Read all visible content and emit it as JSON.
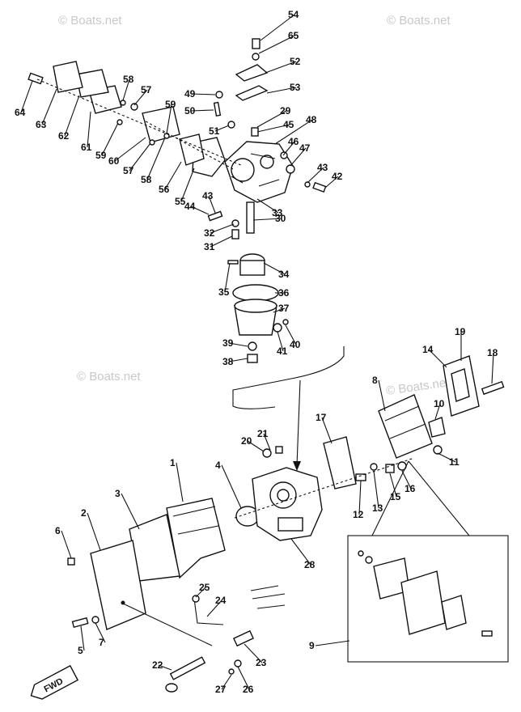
{
  "watermark": "© Boats.net",
  "badge_fwd": "FWD",
  "callouts": [
    "1",
    "2",
    "3",
    "4",
    "5",
    "6",
    "7",
    "8",
    "9",
    "10",
    "11",
    "12",
    "13",
    "14",
    "15",
    "16",
    "17",
    "18",
    "19",
    "20",
    "21",
    "22",
    "23",
    "24",
    "25",
    "26",
    "27",
    "28",
    "29",
    "30",
    "31",
    "32",
    "33",
    "34",
    "35",
    "36",
    "37",
    "38",
    "39",
    "40",
    "41",
    "42",
    "43",
    "44",
    "45",
    "46",
    "47",
    "48",
    "49",
    "50",
    "51",
    "52",
    "53",
    "54",
    "55",
    "56",
    "57",
    "58",
    "59",
    "60",
    "61",
    "62",
    "63",
    "64",
    "65"
  ],
  "callouts_dup": [
    "43",
    "57",
    "58",
    "59"
  ]
}
